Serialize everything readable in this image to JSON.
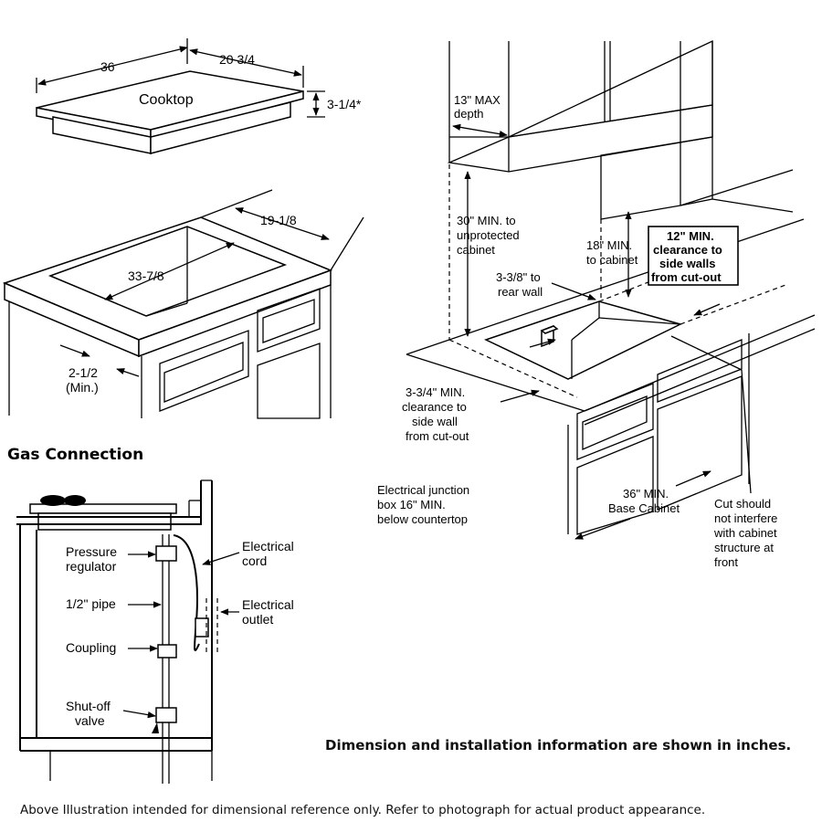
{
  "cooktop": {
    "label": "Cooktop",
    "width": "36",
    "depth": "20 3/4",
    "height": "3-1/4*"
  },
  "cutout": {
    "depth": "19-1/8",
    "width": "33-7/8",
    "front_min_line1": "2-1/2",
    "front_min_line2": "(Min.)"
  },
  "gas": {
    "heading": "Gas Connection",
    "pressure_regulator_line1": "Pressure",
    "pressure_regulator_line2": "regulator",
    "pipe": "1/2\" pipe",
    "coupling": "Coupling",
    "shutoff_line1": "Shut-off",
    "shutoff_line2": "valve",
    "cord_line1": "Electrical",
    "cord_line2": "cord",
    "outlet_line1": "Electrical",
    "outlet_line2": "outlet"
  },
  "clearances": {
    "max_depth_line1": "13\" MAX",
    "max_depth_line2": "depth",
    "unprotected_line1": "30\" MIN. to",
    "unprotected_line2": "unprotected",
    "unprotected_line3": "cabinet",
    "to_cabinet_line1": "18\" MIN.",
    "to_cabinet_line2": "to cabinet",
    "side_walls_line1": "12\" MIN.",
    "side_walls_line2": "clearance to",
    "side_walls_line3": "side walls",
    "side_walls_line4": "from cut-out",
    "rear_wall_line1": "3-3/8\" to",
    "rear_wall_line2": "rear wall",
    "side_wall_line1": "3-3/4\" MIN.",
    "side_wall_line2": "clearance to",
    "side_wall_line3": "side wall",
    "side_wall_line4": "from cut-out",
    "junction_line1": "Electrical junction",
    "junction_line2": "box 16\" MIN.",
    "junction_line3": "below countertop",
    "base_line1": "36\" MIN.",
    "base_line2": "Base Cabinet",
    "cut_line1": "Cut should",
    "cut_line2": "not interfere",
    "cut_line3": "with cabinet",
    "cut_line4": "structure at",
    "cut_line5": "front"
  },
  "notes": {
    "units": "Dimension and installation information are shown in inches.",
    "footer": "Above Illustration intended for dimensional reference only. Refer to photograph for actual product appearance."
  }
}
